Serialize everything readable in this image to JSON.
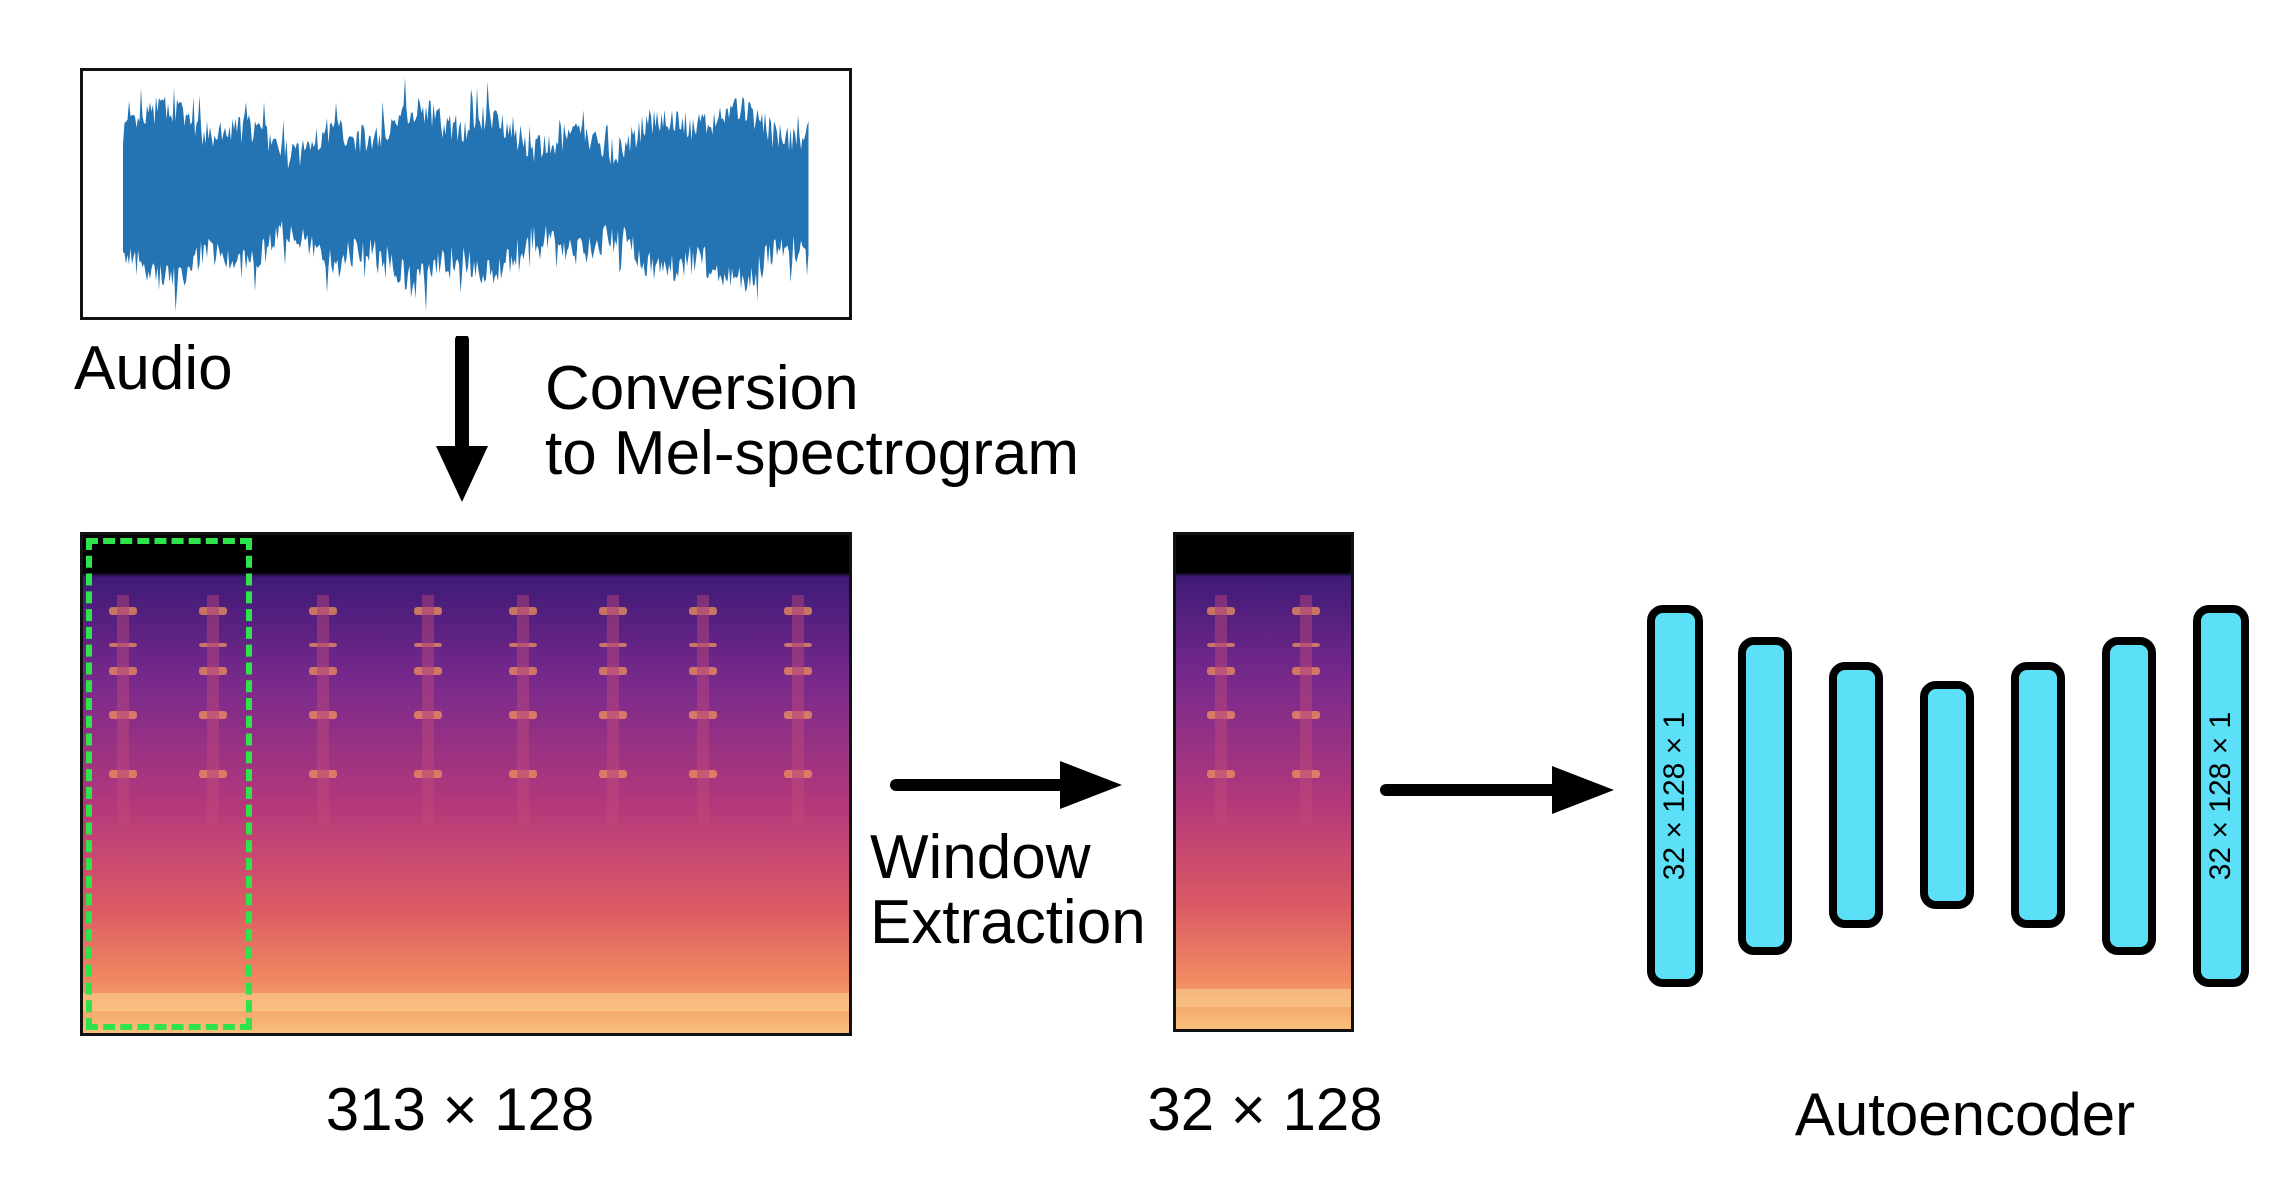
{
  "audio": {
    "label": "Audio"
  },
  "conversion": {
    "line1": "Conversion",
    "line2": "to Mel-spectrogram"
  },
  "spectrogram": {
    "dims": "313 × 128"
  },
  "window_step": {
    "line1": "Window",
    "line2": "Extraction",
    "dims": "32 × 128"
  },
  "autoencoder": {
    "label": "Autoencoder",
    "input_dims": "32 × 128 × 1",
    "output_dims": "32 × 128 × 1",
    "layer_color": "#5ce0f7"
  },
  "colors": {
    "waveform": "#2474b3",
    "selection": "#2fe34a"
  }
}
